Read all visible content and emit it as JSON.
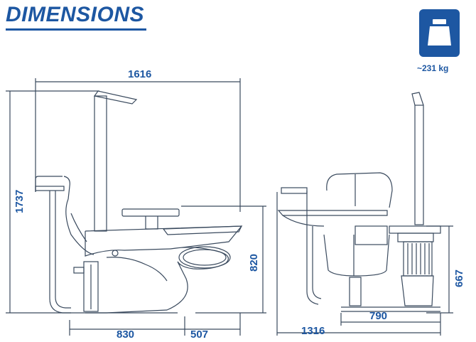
{
  "title": "DIMENSIONS",
  "weight": {
    "label": "~231 kg",
    "icon": "weight-icon"
  },
  "side_view": {
    "height": "1737",
    "top_width": "1616",
    "base_left": "830",
    "base_right": "507",
    "seat_height": "820"
  },
  "front_view": {
    "depth_total": "1316",
    "depth_base": "790",
    "height": "667"
  },
  "colors": {
    "accent": "#1d57a2",
    "line": "#3a4a5e"
  }
}
